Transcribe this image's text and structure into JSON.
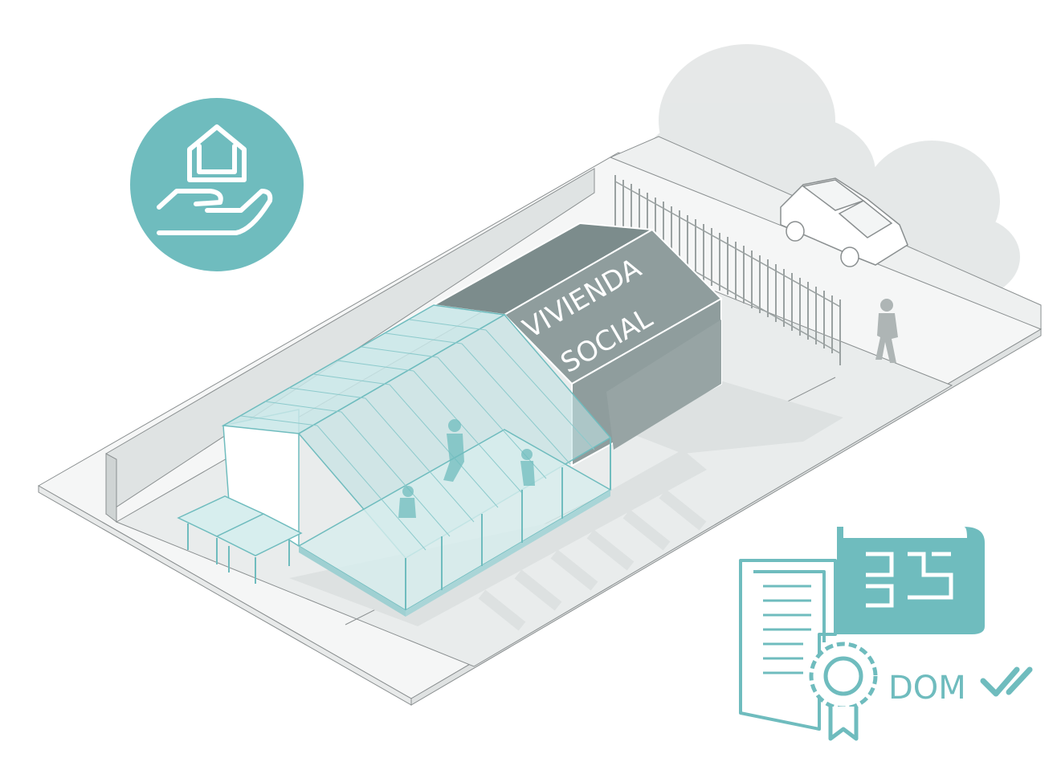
{
  "house_label": {
    "line1": "VIVIENDA",
    "line2": "SOCIAL"
  },
  "permit_icon": {
    "label": "DOM"
  },
  "colors": {
    "teal": "#6fbcbe",
    "teal_dark": "#4fa7aa",
    "house_gray": "#8f9d9d",
    "ground": "#eceeee",
    "lines": "#8a8f90"
  },
  "icons": [
    "house-in-hand-icon",
    "permit-certificate-icon",
    "blueprint-icon",
    "double-check-icon"
  ]
}
